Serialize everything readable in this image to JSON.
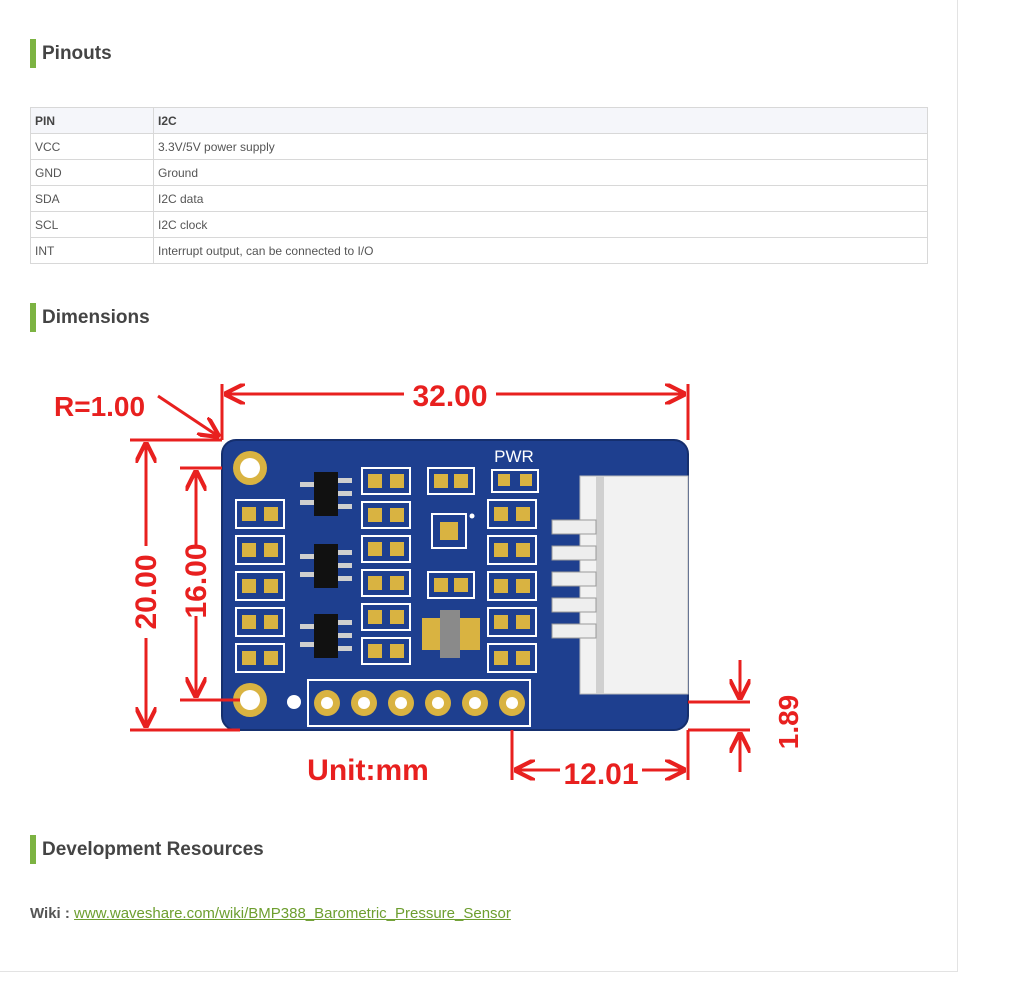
{
  "sections": {
    "pinouts": "Pinouts",
    "dimensions": "Dimensions",
    "resources": "Development Resources"
  },
  "pinouts": {
    "headers": [
      "PIN",
      "I2C"
    ],
    "rows": [
      {
        "pin": "VCC",
        "desc": "3.3V/5V power supply"
      },
      {
        "pin": "GND",
        "desc": "Ground"
      },
      {
        "pin": "SDA",
        "desc": "I2C data"
      },
      {
        "pin": "SCL",
        "desc": "I2C clock"
      },
      {
        "pin": "INT",
        "desc": "Interrupt output, can be connected to I/O"
      }
    ]
  },
  "dimensions": {
    "radius": "R=1.00",
    "width": "32.00",
    "height_outer": "20.00",
    "height_inner": "16.00",
    "connector": "12.01",
    "offset": "1.89",
    "unit": "Unit:mm",
    "board_label": "PWR"
  },
  "wiki": {
    "label": "Wiki :",
    "link": "www.waveshare.com/wiki/BMP388_Barometric_Pressure_Sensor"
  },
  "colors": {
    "accent": "#7cb342",
    "link": "#6d9e2f",
    "board": "#1e3f8f",
    "dimension": "#e8201f"
  }
}
